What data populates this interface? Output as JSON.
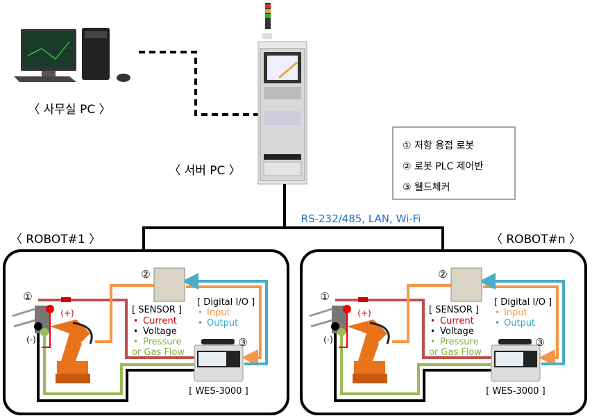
{
  "office_pc": {
    "label": "〈 사무실 PC 〉"
  },
  "server_pc": {
    "label": "〈 서버 PC 〉"
  },
  "network": {
    "label": "RS-232/485, LAN, Wi-Fi"
  },
  "legend": {
    "items": [
      "① 저항 용접 로봇",
      "② 로봇 PLC 제어반",
      "③ 웰드체커"
    ]
  },
  "robots": [
    {
      "label": "〈 ROBOT#1 〉"
    },
    {
      "label": "〈 ROBOT#n 〉"
    }
  ],
  "cell": {
    "marker_robot": "①",
    "marker_plc": "②",
    "marker_checker": "③",
    "plus": "(+)",
    "minus": "(-)",
    "sensor_title": "[ SENSOR ]",
    "sensor_current": "Current",
    "sensor_voltage": "Voltage",
    "sensor_pressure": "Pressure",
    "sensor_gas": "or Gas Flow",
    "dio_title": "[ Digital I/O ]",
    "dio_input": "Input",
    "dio_output": "Output",
    "device_name": "[ WES-3000 ]",
    "bullet": "•"
  },
  "colors": {
    "red": "#c0504d",
    "orange": "#f79646",
    "blue": "#4bacc6",
    "green": "#9bbb59",
    "link": "#1f6fc1"
  }
}
